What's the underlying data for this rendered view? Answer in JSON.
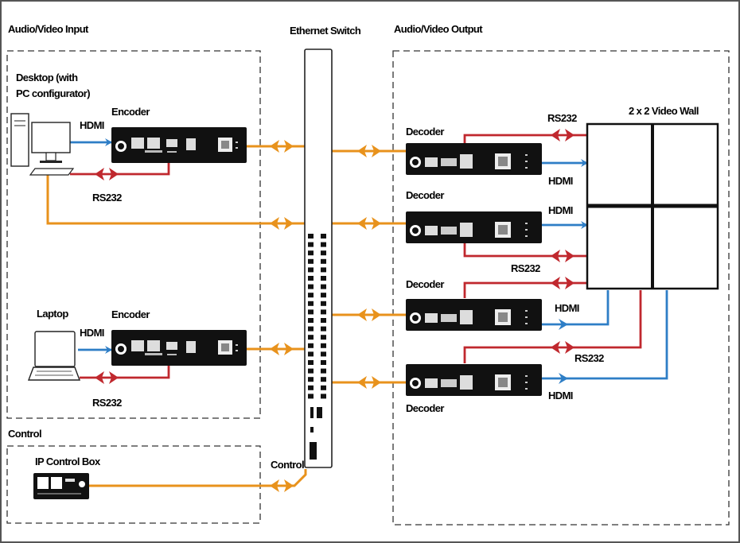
{
  "sections": {
    "input": "Audio/Video Input",
    "switch": "Ethernet Switch",
    "output": "Audio/Video Output",
    "control": "Control"
  },
  "devices": {
    "desktop": "Desktop (with PC configurator)",
    "desktop_line1": "Desktop (with",
    "desktop_line2": "PC configurator)",
    "laptop": "Laptop",
    "encoder": "Encoder",
    "decoder": "Decoder",
    "video_wall": "2 x 2 Video Wall",
    "ip_control_box": "IP Control Box"
  },
  "signals": {
    "hdmi": "HDMI",
    "rs232": "RS232",
    "control": "Control"
  },
  "colors": {
    "hdmi": "#2e7ec6",
    "rs232": "#c0282e",
    "ethernet": "#e8921c",
    "device": "#111111",
    "border": "#555555"
  }
}
